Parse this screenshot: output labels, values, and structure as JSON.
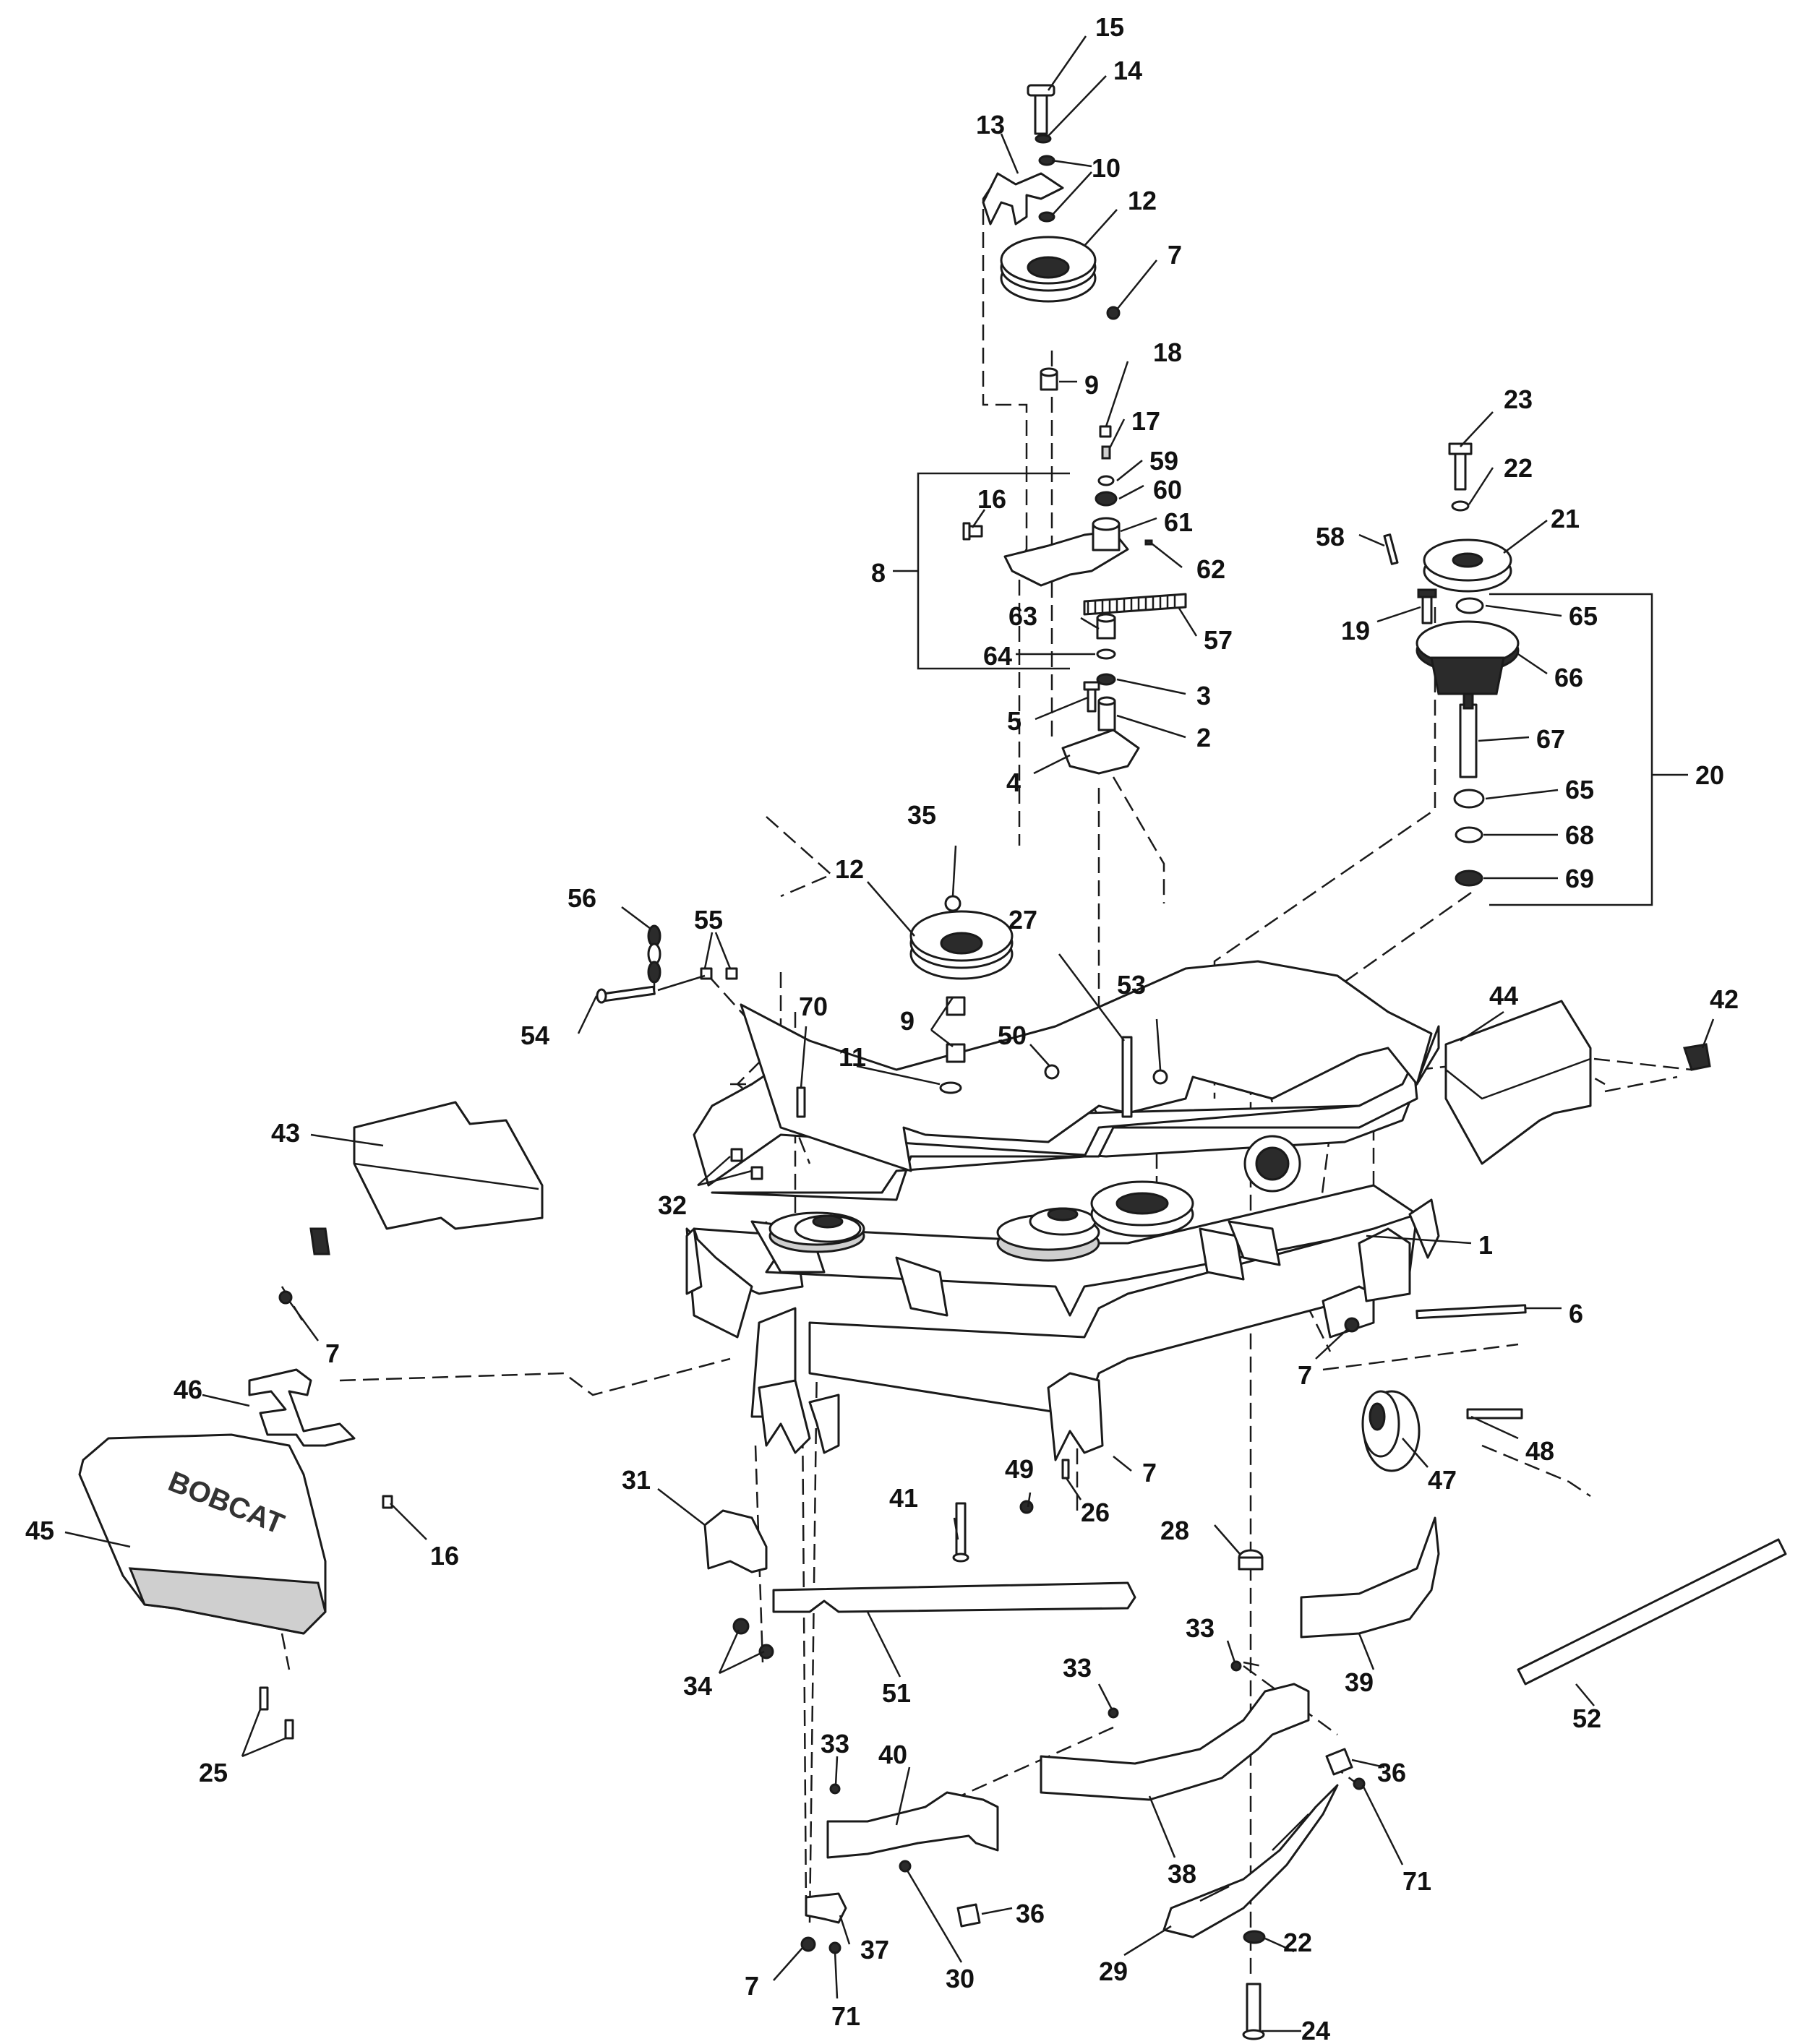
{
  "diagram": {
    "logo_text": "BOBCAT",
    "callouts": [
      {
        "id": "c15",
        "text": "15"
      },
      {
        "id": "c14",
        "text": "14"
      },
      {
        "id": "c13",
        "text": "13"
      },
      {
        "id": "c10",
        "text": "10"
      },
      {
        "id": "c12a",
        "text": "12"
      },
      {
        "id": "c7a",
        "text": "7"
      },
      {
        "id": "c9a",
        "text": "9"
      },
      {
        "id": "c18",
        "text": "18"
      },
      {
        "id": "c17",
        "text": "17"
      },
      {
        "id": "c59",
        "text": "59"
      },
      {
        "id": "c60",
        "text": "60"
      },
      {
        "id": "c16a",
        "text": "16"
      },
      {
        "id": "c61",
        "text": "61"
      },
      {
        "id": "c62",
        "text": "62"
      },
      {
        "id": "c8",
        "text": "8"
      },
      {
        "id": "c63",
        "text": "63"
      },
      {
        "id": "c57",
        "text": "57"
      },
      {
        "id": "c64",
        "text": "64"
      },
      {
        "id": "c3",
        "text": "3"
      },
      {
        "id": "c5",
        "text": "5"
      },
      {
        "id": "c2",
        "text": "2"
      },
      {
        "id": "c4",
        "text": "4"
      },
      {
        "id": "c23",
        "text": "23"
      },
      {
        "id": "c22a",
        "text": "22"
      },
      {
        "id": "c58",
        "text": "58"
      },
      {
        "id": "c21",
        "text": "21"
      },
      {
        "id": "c65a",
        "text": "65"
      },
      {
        "id": "c19",
        "text": "19"
      },
      {
        "id": "c66",
        "text": "66"
      },
      {
        "id": "c67",
        "text": "67"
      },
      {
        "id": "c20",
        "text": "20"
      },
      {
        "id": "c65b",
        "text": "65"
      },
      {
        "id": "c68",
        "text": "68"
      },
      {
        "id": "c69",
        "text": "69"
      },
      {
        "id": "c35",
        "text": "35"
      },
      {
        "id": "c12b",
        "text": "12"
      },
      {
        "id": "c56",
        "text": "56"
      },
      {
        "id": "c55",
        "text": "55"
      },
      {
        "id": "c27",
        "text": "27"
      },
      {
        "id": "c54",
        "text": "54"
      },
      {
        "id": "c70",
        "text": "70"
      },
      {
        "id": "c9b",
        "text": "9"
      },
      {
        "id": "c53",
        "text": "53"
      },
      {
        "id": "c50",
        "text": "50"
      },
      {
        "id": "c11",
        "text": "11"
      },
      {
        "id": "c44",
        "text": "44"
      },
      {
        "id": "c42",
        "text": "42"
      },
      {
        "id": "c43",
        "text": "43"
      },
      {
        "id": "c32",
        "text": "32"
      },
      {
        "id": "c1",
        "text": "1"
      },
      {
        "id": "c6",
        "text": "6"
      },
      {
        "id": "c7b",
        "text": "7"
      },
      {
        "id": "c7c",
        "text": "7"
      },
      {
        "id": "c46",
        "text": "46"
      },
      {
        "id": "c48",
        "text": "48"
      },
      {
        "id": "c47",
        "text": "47"
      },
      {
        "id": "c7d",
        "text": "7"
      },
      {
        "id": "c49",
        "text": "49"
      },
      {
        "id": "c31",
        "text": "31"
      },
      {
        "id": "c41",
        "text": "41"
      },
      {
        "id": "c26",
        "text": "26"
      },
      {
        "id": "c45",
        "text": "45"
      },
      {
        "id": "c16b",
        "text": "16"
      },
      {
        "id": "c28",
        "text": "28"
      },
      {
        "id": "c39",
        "text": "39"
      },
      {
        "id": "c52",
        "text": "52"
      },
      {
        "id": "c51",
        "text": "51"
      },
      {
        "id": "c33a",
        "text": "33"
      },
      {
        "id": "c34",
        "text": "34"
      },
      {
        "id": "c33b",
        "text": "33"
      },
      {
        "id": "c25",
        "text": "25"
      },
      {
        "id": "c33c",
        "text": "33"
      },
      {
        "id": "c40",
        "text": "40"
      },
      {
        "id": "c36a",
        "text": "36"
      },
      {
        "id": "c38",
        "text": "38"
      },
      {
        "id": "c71a",
        "text": "71"
      },
      {
        "id": "c36b",
        "text": "36"
      },
      {
        "id": "c37",
        "text": "37"
      },
      {
        "id": "c22b",
        "text": "22"
      },
      {
        "id": "c30",
        "text": "30"
      },
      {
        "id": "c29",
        "text": "29"
      },
      {
        "id": "c7e",
        "text": "7"
      },
      {
        "id": "c71b",
        "text": "71"
      },
      {
        "id": "c24",
        "text": "24"
      }
    ]
  }
}
